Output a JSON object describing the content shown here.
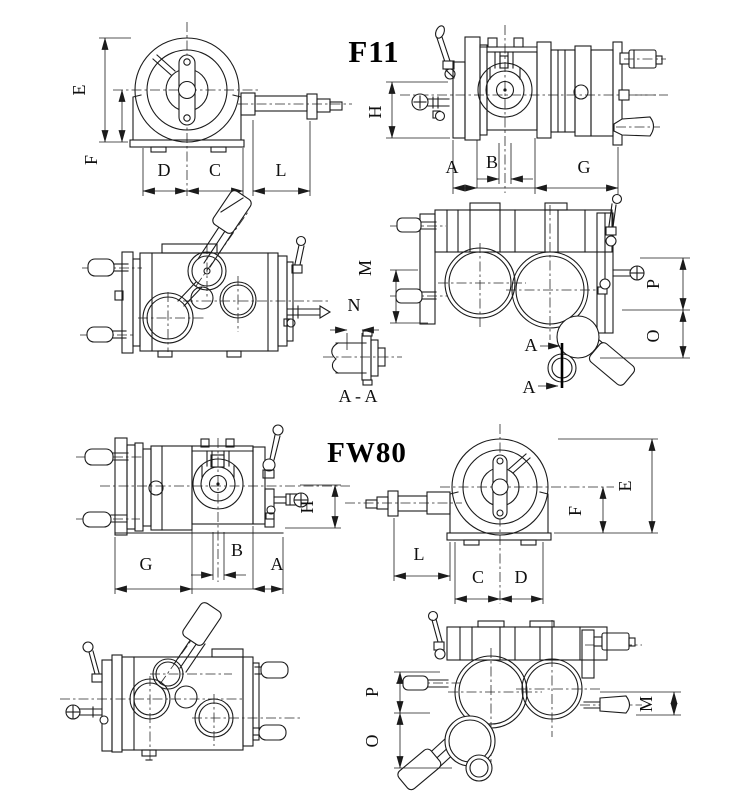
{
  "page": {
    "background": "#ffffff",
    "ink": "#1b1b1b"
  },
  "titles": {
    "f11": "F11",
    "fw80": "FW80"
  },
  "section": {
    "n_label": "N",
    "aa_label": "A - A"
  },
  "f11_side": {
    "E": "E",
    "F": "F",
    "D": "D",
    "C": "C",
    "L": "L"
  },
  "f11_front": {
    "H": "H",
    "A": "A",
    "B": "B",
    "G": "G"
  },
  "f11_top": {
    "M": "M",
    "P": "P",
    "O": "O",
    "A_top": "A",
    "A_bottom": "A"
  },
  "fw80_front": {
    "G": "G",
    "B": "B",
    "A": "A",
    "H": "H"
  },
  "fw80_side": {
    "L": "L",
    "C": "C",
    "D": "D",
    "F": "F",
    "E": "E"
  },
  "fw80_top": {
    "P": "P",
    "O": "O",
    "M": "M"
  }
}
